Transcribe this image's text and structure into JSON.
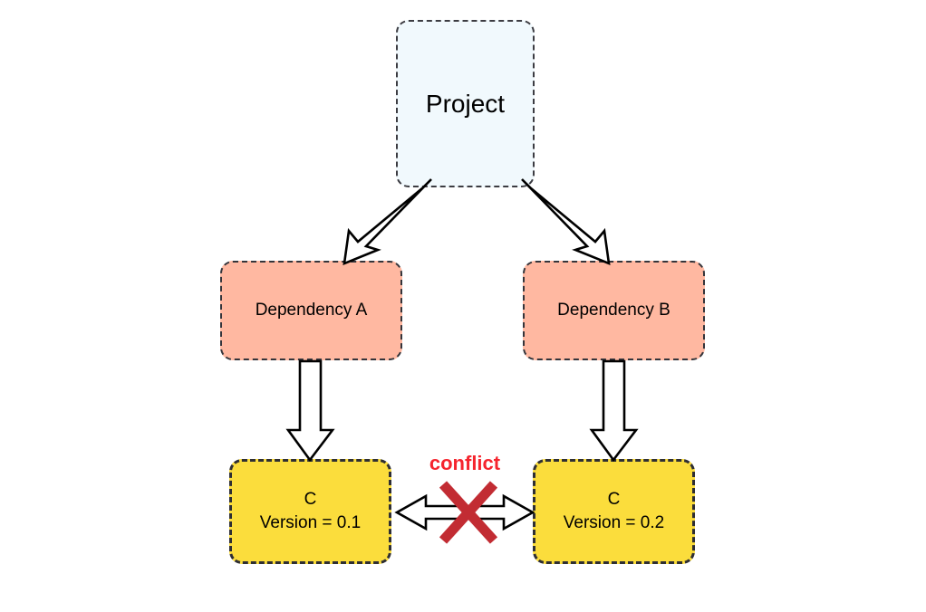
{
  "diagram": {
    "title_text": "Project",
    "nodes": {
      "project": {
        "label": "Project"
      },
      "dependency_a": {
        "label": "Dependency A"
      },
      "dependency_b": {
        "label": "Dependency B"
      },
      "c_left": {
        "name": "C",
        "version_text": "Version = 0.1"
      },
      "c_right": {
        "name": "C",
        "version_text": "Version = 0.2"
      }
    },
    "annotation": {
      "conflict_label": "conflict"
    },
    "colors": {
      "project_fill": "#f1f9fd",
      "dependency_fill": "#ffb8a1",
      "c_fill": "#fbdd3c",
      "border": "#34343a",
      "arrow_fill": "#ffffff",
      "arrow_stroke": "#000000",
      "conflict_text": "#f5252e",
      "cross_mark": "#c22c33",
      "background": "#ffffff"
    }
  }
}
